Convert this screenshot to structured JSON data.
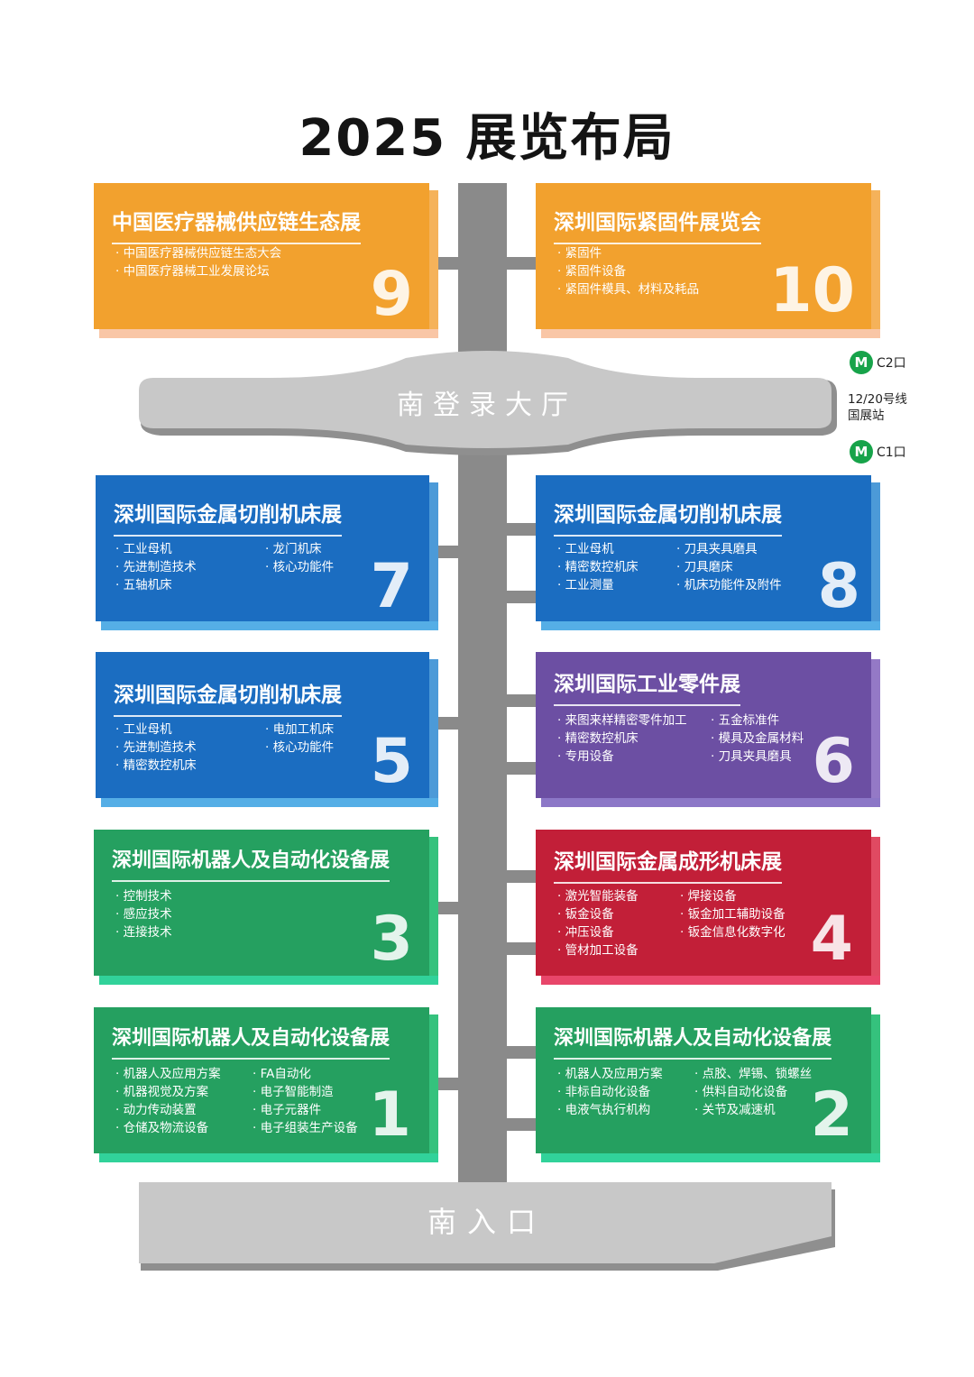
{
  "title": "2025 展览布局",
  "lobby": {
    "label": "南登录大厅"
  },
  "entrance": {
    "label": "南入口"
  },
  "metro": {
    "line": "12/20号线",
    "station": "国展站",
    "exit_top": "C2口",
    "exit_bottom": "C1口",
    "icon": "metro-icon",
    "color": "#17a34a"
  },
  "halls": {
    "h9": {
      "number": "9",
      "title": "中国医疗器械供应链生态展",
      "color": "#f2a12e",
      "col1": [
        "中国医疗器械供应链生态大会",
        "中国医疗器械工业发展论坛"
      ],
      "col2": []
    },
    "h10": {
      "number": "10",
      "title": "深圳国际紧固件展览会",
      "color": "#f2a12e",
      "col1": [
        "紧固件",
        "紧固件设备",
        "紧固件模具、材料及耗品"
      ],
      "col2": []
    },
    "h7": {
      "number": "7",
      "title": "深圳国际金属切削机床展",
      "color": "#1b6dc1",
      "col1": [
        "工业母机",
        "先进制造技术",
        "五轴机床"
      ],
      "col2": [
        "龙门机床",
        "核心功能件"
      ]
    },
    "h8": {
      "number": "8",
      "title": "深圳国际金属切削机床展",
      "color": "#1b6dc1",
      "col1": [
        "工业母机",
        "精密数控机床",
        "工业测量"
      ],
      "col2": [
        "刀具夹具磨具",
        "刀具磨床",
        "机床功能件及附件"
      ]
    },
    "h5": {
      "number": "5",
      "title": "深圳国际金属切削机床展",
      "color": "#1b6dc1",
      "col1": [
        "工业母机",
        "先进制造技术",
        "精密数控机床"
      ],
      "col2": [
        "电加工机床",
        "核心功能件"
      ]
    },
    "h6": {
      "number": "6",
      "title": "深圳国际工业零件展",
      "color": "#6c4fa3",
      "col1": [
        "来图来样精密零件加工",
        "精密数控机床",
        "专用设备"
      ],
      "col2": [
        "五金标准件",
        "模具及金属材料",
        "刀具夹具磨具"
      ]
    },
    "h3": {
      "number": "3",
      "title": "深圳国际机器人及自动化设备展",
      "color": "#25a060",
      "col1": [
        "控制技术",
        "感应技术",
        "连接技术"
      ],
      "col2": []
    },
    "h4": {
      "number": "4",
      "title": "深圳国际金属成形机床展",
      "color": "#c21f38",
      "col1": [
        "激光智能装备",
        "钣金设备",
        "冲压设备",
        "管材加工设备"
      ],
      "col2": [
        "焊接设备",
        "钣金加工辅助设备",
        "钣金信息化数字化"
      ]
    },
    "h1": {
      "number": "1",
      "title": "深圳国际机器人及自动化设备展",
      "color": "#25a060",
      "col1": [
        "机器人及应用方案",
        "机器视觉及方案",
        "动力传动装置",
        "仓储及物流设备"
      ],
      "col2": [
        "FA自动化",
        "电子智能制造",
        "电子元器件",
        "电子组装生产设备"
      ]
    },
    "h2": {
      "number": "2",
      "title": "深圳国际机器人及自动化设备展",
      "color": "#25a060",
      "col1": [
        "机器人及应用方案",
        "非标自动化设备",
        "电液气执行机构"
      ],
      "col2": [
        "点胶、焊锡、锁螺丝",
        "供料自动化设备",
        "关节及减速机"
      ]
    }
  }
}
